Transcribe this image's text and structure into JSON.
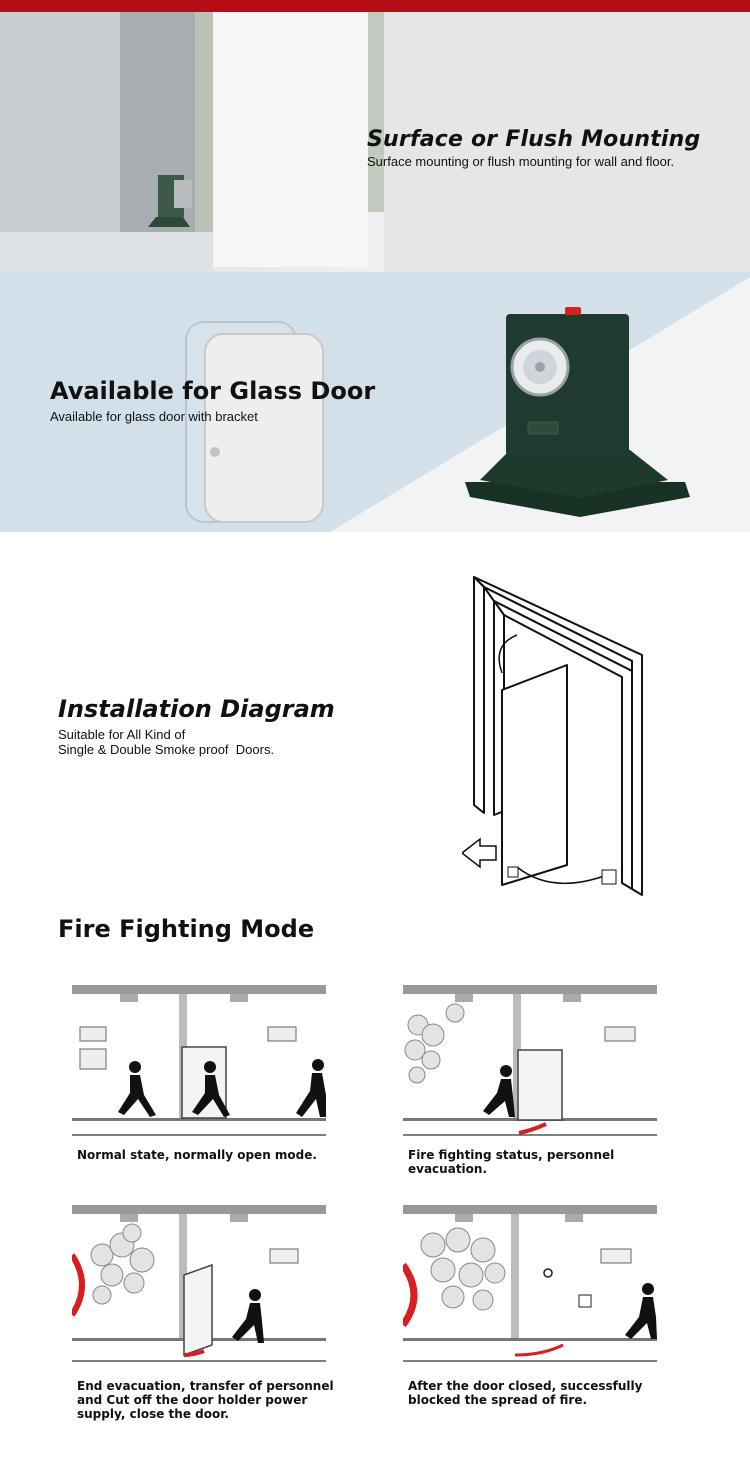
{
  "mounting": {
    "title": "Surface or Flush Mounting",
    "desc": "Surface mounting or flush mounting for wall and floor."
  },
  "glass": {
    "title": "Available for Glass Door",
    "desc": "Available for glass door with bracket"
  },
  "installation": {
    "title": "Installation Diagram",
    "line1": "Suitable for All Kind of",
    "line2": "Single & Double Smoke proof  Doors."
  },
  "fire": {
    "title": "Fire Fighting Mode",
    "panels": [
      {
        "caption": "Normal state, normally open mode."
      },
      {
        "caption": "Fire fighting status, personnel evacuation."
      },
      {
        "caption": "End evacuation, transfer of personnel and Cut off the door holder power supply, close the door."
      },
      {
        "caption": "After the door closed, successfully blocked the spread of fire."
      }
    ]
  },
  "colors": {
    "accent": "#b50d14",
    "product_green": "#1f3a2e",
    "fire_red": "#d81e1e"
  },
  "icons": [
    "exit-sign-icon",
    "smoke-detector-icon",
    "running-person-icon",
    "door-holder-icon"
  ]
}
